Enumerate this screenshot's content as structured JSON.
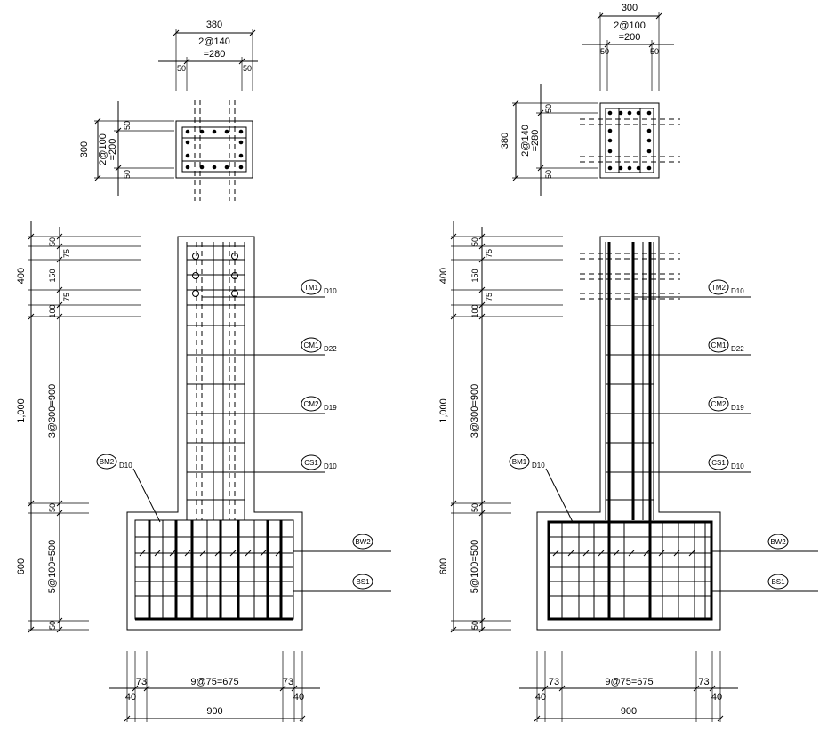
{
  "left": {
    "section": {
      "width": "380",
      "top_spacing": "2@140",
      "top_total": "=280",
      "edge_left": "50",
      "edge_right": "50",
      "height": "300",
      "side_spacing": "2@100",
      "side_total": "=200",
      "side_edge_top": "50",
      "side_edge_bottom": "50"
    },
    "elevation": {
      "dim_400": "400",
      "dim_1000": "1,000",
      "dim_600": "600",
      "d50a": "50",
      "d150": "150",
      "d75a": "75",
      "d75b": "75",
      "d100": "100",
      "d3at300": "3@300=900",
      "d50b": "50",
      "d5at100": "5@100=500",
      "d50c": "50"
    },
    "labels": {
      "tm": "TM1",
      "tm_dia": "D10",
      "cm1": "CM1",
      "cm1_dia": "D22",
      "cm2": "CM2",
      "cm2_dia": "D19",
      "cs1": "CS1",
      "cs1_dia": "D10",
      "bm": "BM2",
      "bm_dia": "D10",
      "bw2": "BW2",
      "bs1": "BS1"
    },
    "bottom": {
      "d73a": "73",
      "d9at75": "9@75=675",
      "d73b": "73",
      "d40a": "40",
      "d40b": "40",
      "d900": "900"
    }
  },
  "right": {
    "section": {
      "width": "300",
      "top_spacing": "2@100",
      "top_total": "=200",
      "edge_left": "50",
      "edge_right": "50",
      "height": "380",
      "side_spacing": "2@140",
      "side_total": "=280",
      "side_edge_top": "50",
      "side_edge_bottom": "50"
    },
    "elevation": {
      "dim_400": "400",
      "dim_1000": "1,000",
      "dim_600": "600",
      "d50a": "50",
      "d150": "150",
      "d75a": "75",
      "d75b": "75",
      "d100": "100",
      "d3at300": "3@300=900",
      "d50b": "50",
      "d5at100": "5@100=500",
      "d50c": "50"
    },
    "labels": {
      "tm": "TM2",
      "tm_dia": "D10",
      "cm1": "CM1",
      "cm1_dia": "D22",
      "cm2": "CM2",
      "cm2_dia": "D19",
      "cs1": "CS1",
      "cs1_dia": "D10",
      "bm": "BM1",
      "bm_dia": "D10",
      "bw2": "BW2",
      "bs1": "BS1"
    },
    "bottom": {
      "d73a": "73",
      "d9at75": "9@75=675",
      "d73b": "73",
      "d40a": "40",
      "d40b": "40",
      "d900": "900"
    }
  }
}
